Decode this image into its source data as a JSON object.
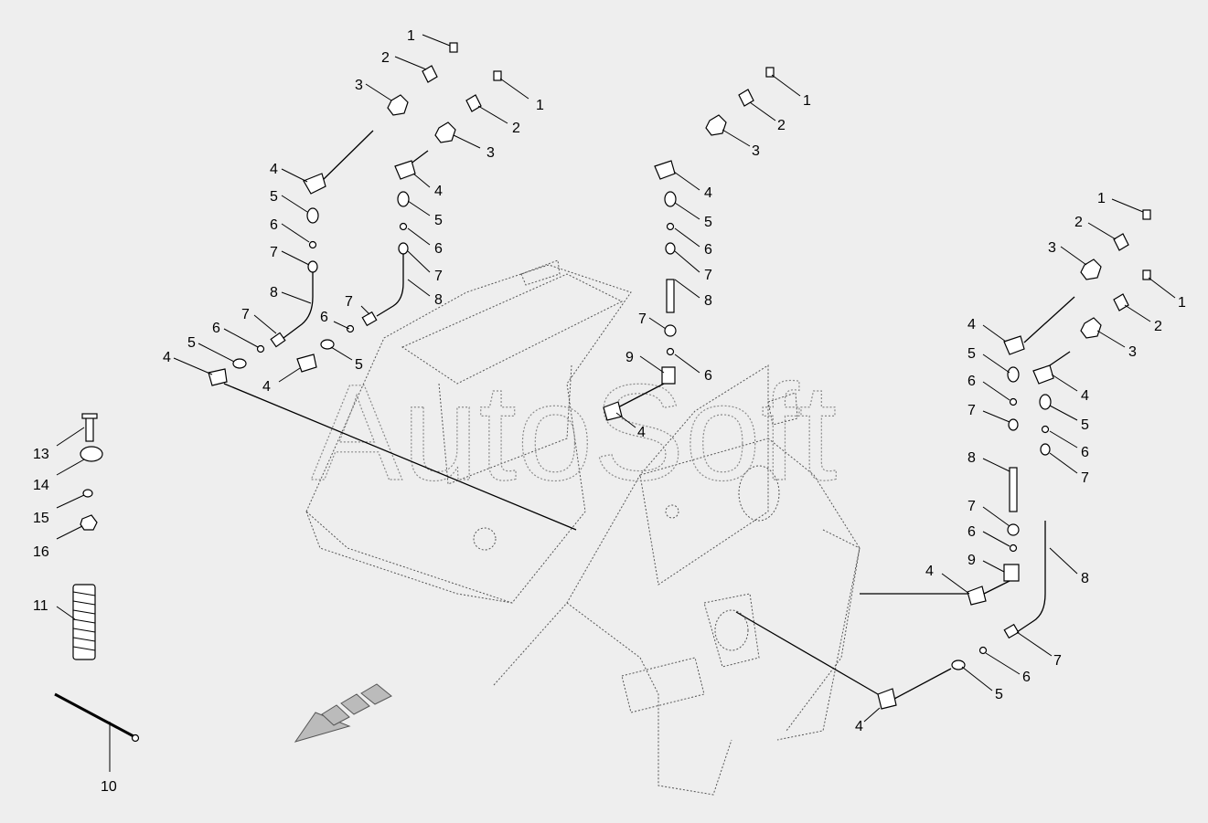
{
  "watermark": "AutoSoft",
  "callouts": [
    "1",
    "2",
    "3",
    "4",
    "5",
    "6",
    "7",
    "8",
    "9",
    "10",
    "11",
    "13",
    "14",
    "15",
    "16"
  ]
}
